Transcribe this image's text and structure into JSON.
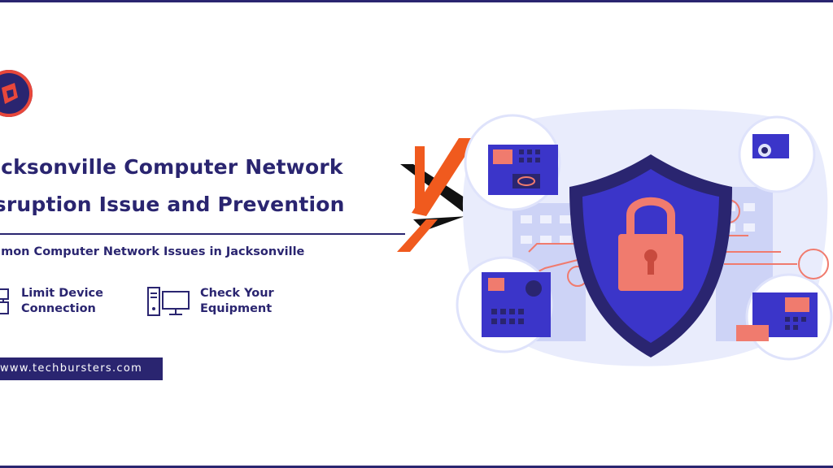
{
  "banner": {
    "title_line1": "acksonville Computer Network",
    "title_line2": "isruption Issue and Prevention",
    "subtitle": "mmon Computer Network Issues in Jacksonville",
    "features": [
      {
        "line1": "Limit Device",
        "line2": "Connection",
        "icon": "device-icon"
      },
      {
        "line1": "Check Your",
        "line2": "Equipment",
        "icon": "computer-icon"
      }
    ],
    "website": "www.techbursters.com"
  },
  "colors": {
    "navy": "#2a2570",
    "orange": "#f05a1e",
    "shield_blue": "#3b35c9",
    "lock_salmon": "#f07b6e",
    "light_blue": "#dfe3fb"
  }
}
